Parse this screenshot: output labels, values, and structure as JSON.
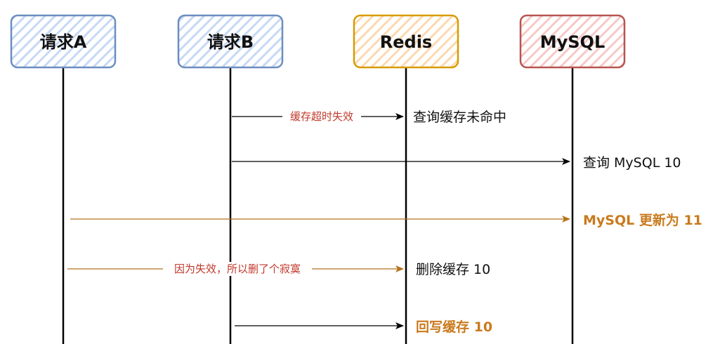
{
  "actors": [
    {
      "id": "a",
      "label": "请求A",
      "stroke": "#6c8ebf",
      "fill": "#dae8fc"
    },
    {
      "id": "b",
      "label": "请求B",
      "stroke": "#6c8ebf",
      "fill": "#dae8fc"
    },
    {
      "id": "redis",
      "label": "Redis",
      "stroke": "#d79b00",
      "fill": "#ffe6cc"
    },
    {
      "id": "mysql",
      "label": "MySQL",
      "stroke": "#b85450",
      "fill": "#f8cecc"
    }
  ],
  "messages": [
    {
      "label": "缓存超时失效",
      "color": "#000000"
    },
    {
      "label": "",
      "color": "#000000"
    },
    {
      "label": "",
      "color": "#b5721c"
    },
    {
      "label": "因为失效，所以删了个寂寞",
      "color": "#b5721c"
    },
    {
      "label": "",
      "color": "#000000"
    }
  ],
  "notes": [
    {
      "text": "查询缓存未命中",
      "color": "#111111"
    },
    {
      "text": "查询 MySQL 10",
      "color": "#111111"
    },
    {
      "text": "MySQL 更新为 11",
      "color": "#c97a1e"
    },
    {
      "text": "删除缓存 10",
      "color": "#111111"
    },
    {
      "text": "回写缓存 10",
      "color": "#c97a1e"
    }
  ],
  "colors": {
    "label_red": "#c0392b",
    "orange": "#c97a1e"
  }
}
